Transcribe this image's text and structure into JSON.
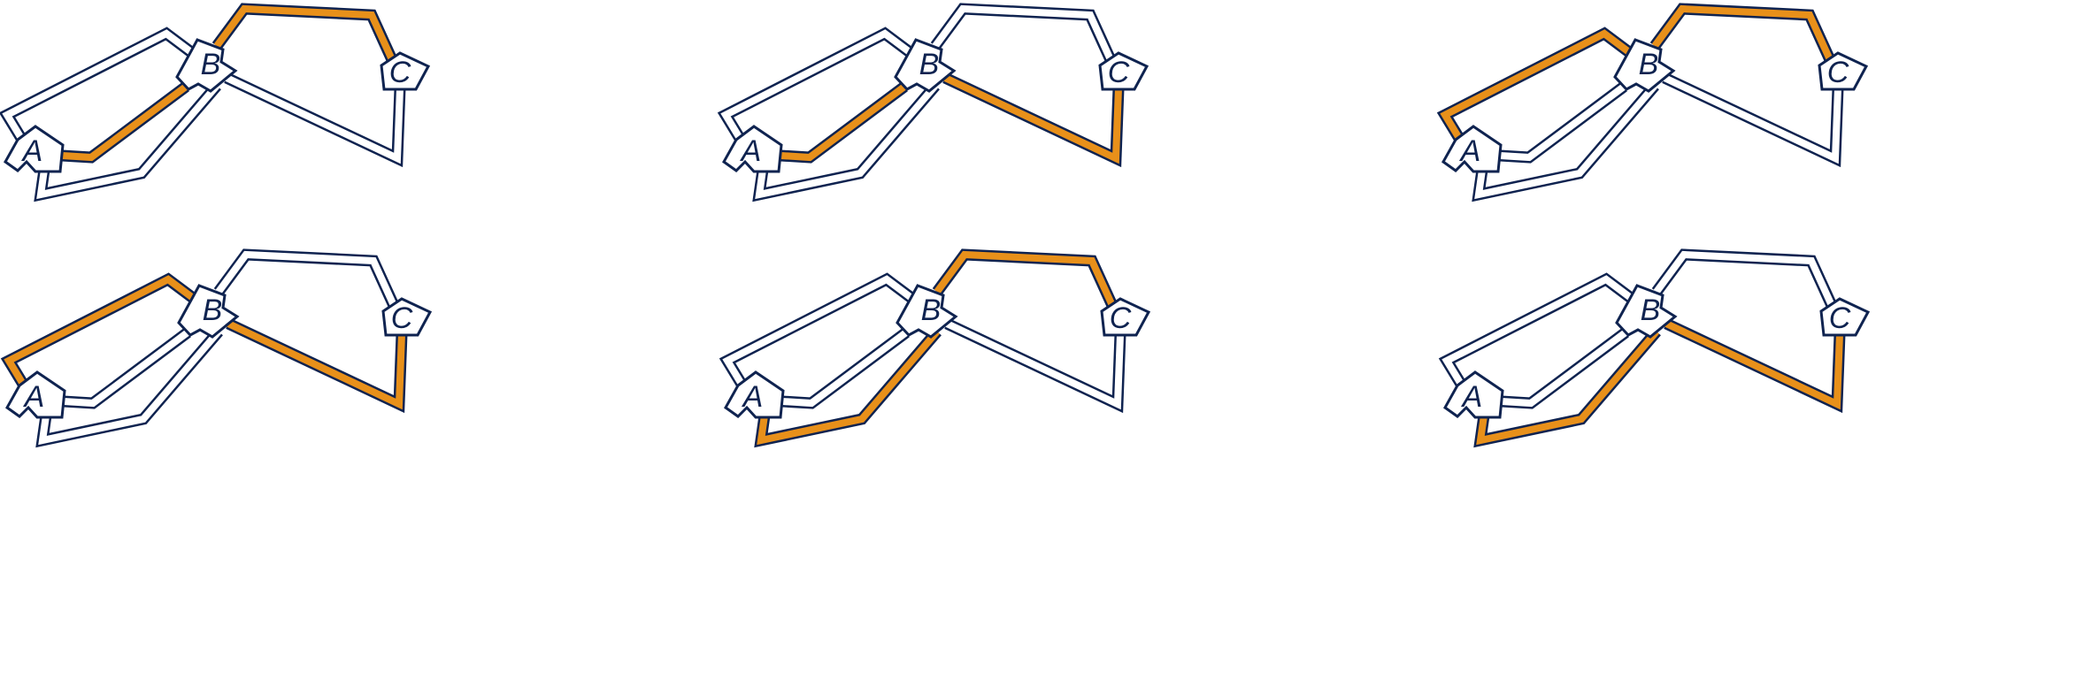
{
  "colors": {
    "outline": "#0f2350",
    "highlight": "#e8901a",
    "fill": "#ffffff"
  },
  "nodes": [
    {
      "id": "A",
      "label": "A"
    },
    {
      "id": "B",
      "label": "B"
    },
    {
      "id": "C",
      "label": "C"
    }
  ],
  "routes": [
    {
      "id": "A-B-inner",
      "from": "A",
      "to": "B"
    },
    {
      "id": "A-B-outer",
      "from": "A",
      "to": "B"
    },
    {
      "id": "A-B-lower",
      "from": "A",
      "to": "B"
    },
    {
      "id": "B-C-upper",
      "from": "B",
      "to": "C"
    },
    {
      "id": "B-C-lower",
      "from": "B",
      "to": "C"
    }
  ],
  "panels": [
    {
      "id": "panel-1",
      "highlighted_routes": [
        "A-B-inner",
        "B-C-upper"
      ]
    },
    {
      "id": "panel-2",
      "highlighted_routes": [
        "A-B-inner",
        "B-C-lower"
      ]
    },
    {
      "id": "panel-3",
      "highlighted_routes": [
        "A-B-outer",
        "B-C-upper"
      ]
    },
    {
      "id": "panel-4",
      "highlighted_routes": [
        "A-B-outer",
        "B-C-lower"
      ]
    },
    {
      "id": "panel-5",
      "highlighted_routes": [
        "A-B-lower",
        "B-C-upper"
      ]
    },
    {
      "id": "panel-6",
      "highlighted_routes": [
        "A-B-lower",
        "B-C-lower"
      ]
    }
  ]
}
